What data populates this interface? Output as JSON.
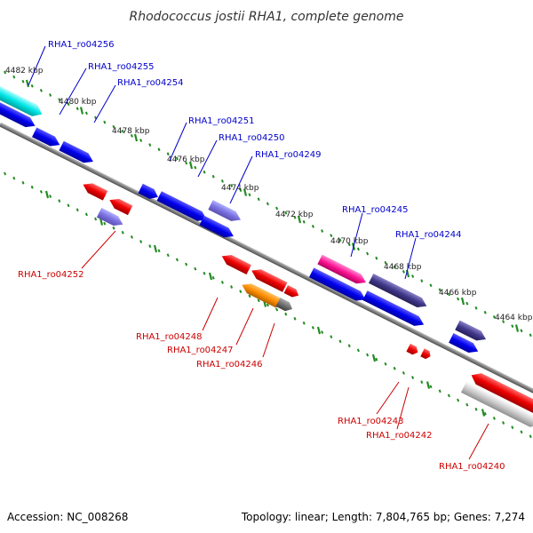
{
  "title": "Rhodococcus jostii RHA1, complete genome",
  "footer": {
    "accession": "Accession: NC_008268",
    "topology": "Topology: linear; Length: 7,804,765 bp; Genes: 7,274"
  },
  "colors": {
    "forward_label": "#0000cc",
    "reverse_label": "#cc0000",
    "axis": "#808080",
    "tick": "#228b22"
  },
  "kbp_labels": [
    "4482 kbp",
    "4480 kbp",
    "4478 kbp",
    "4476 kbp",
    "4474 kbp",
    "4472 kbp",
    "4470 kbp",
    "4468 kbp",
    "4466 kbp",
    "4464 kbp"
  ],
  "genes_top": [
    {
      "id": "RHA1_ro04256"
    },
    {
      "id": "RHA1_ro04255"
    },
    {
      "id": "RHA1_ro04254"
    },
    {
      "id": "RHA1_ro04251"
    },
    {
      "id": "RHA1_ro04250"
    },
    {
      "id": "RHA1_ro04249"
    },
    {
      "id": "RHA1_ro04245"
    },
    {
      "id": "RHA1_ro04244"
    }
  ],
  "genes_bottom": [
    {
      "id": "RHA1_ro04252"
    },
    {
      "id": "RHA1_ro04248"
    },
    {
      "id": "RHA1_ro04247"
    },
    {
      "id": "RHA1_ro04246"
    },
    {
      "id": "RHA1_ro04243"
    },
    {
      "id": "RHA1_ro04242"
    },
    {
      "id": "RHA1_ro04240"
    }
  ]
}
